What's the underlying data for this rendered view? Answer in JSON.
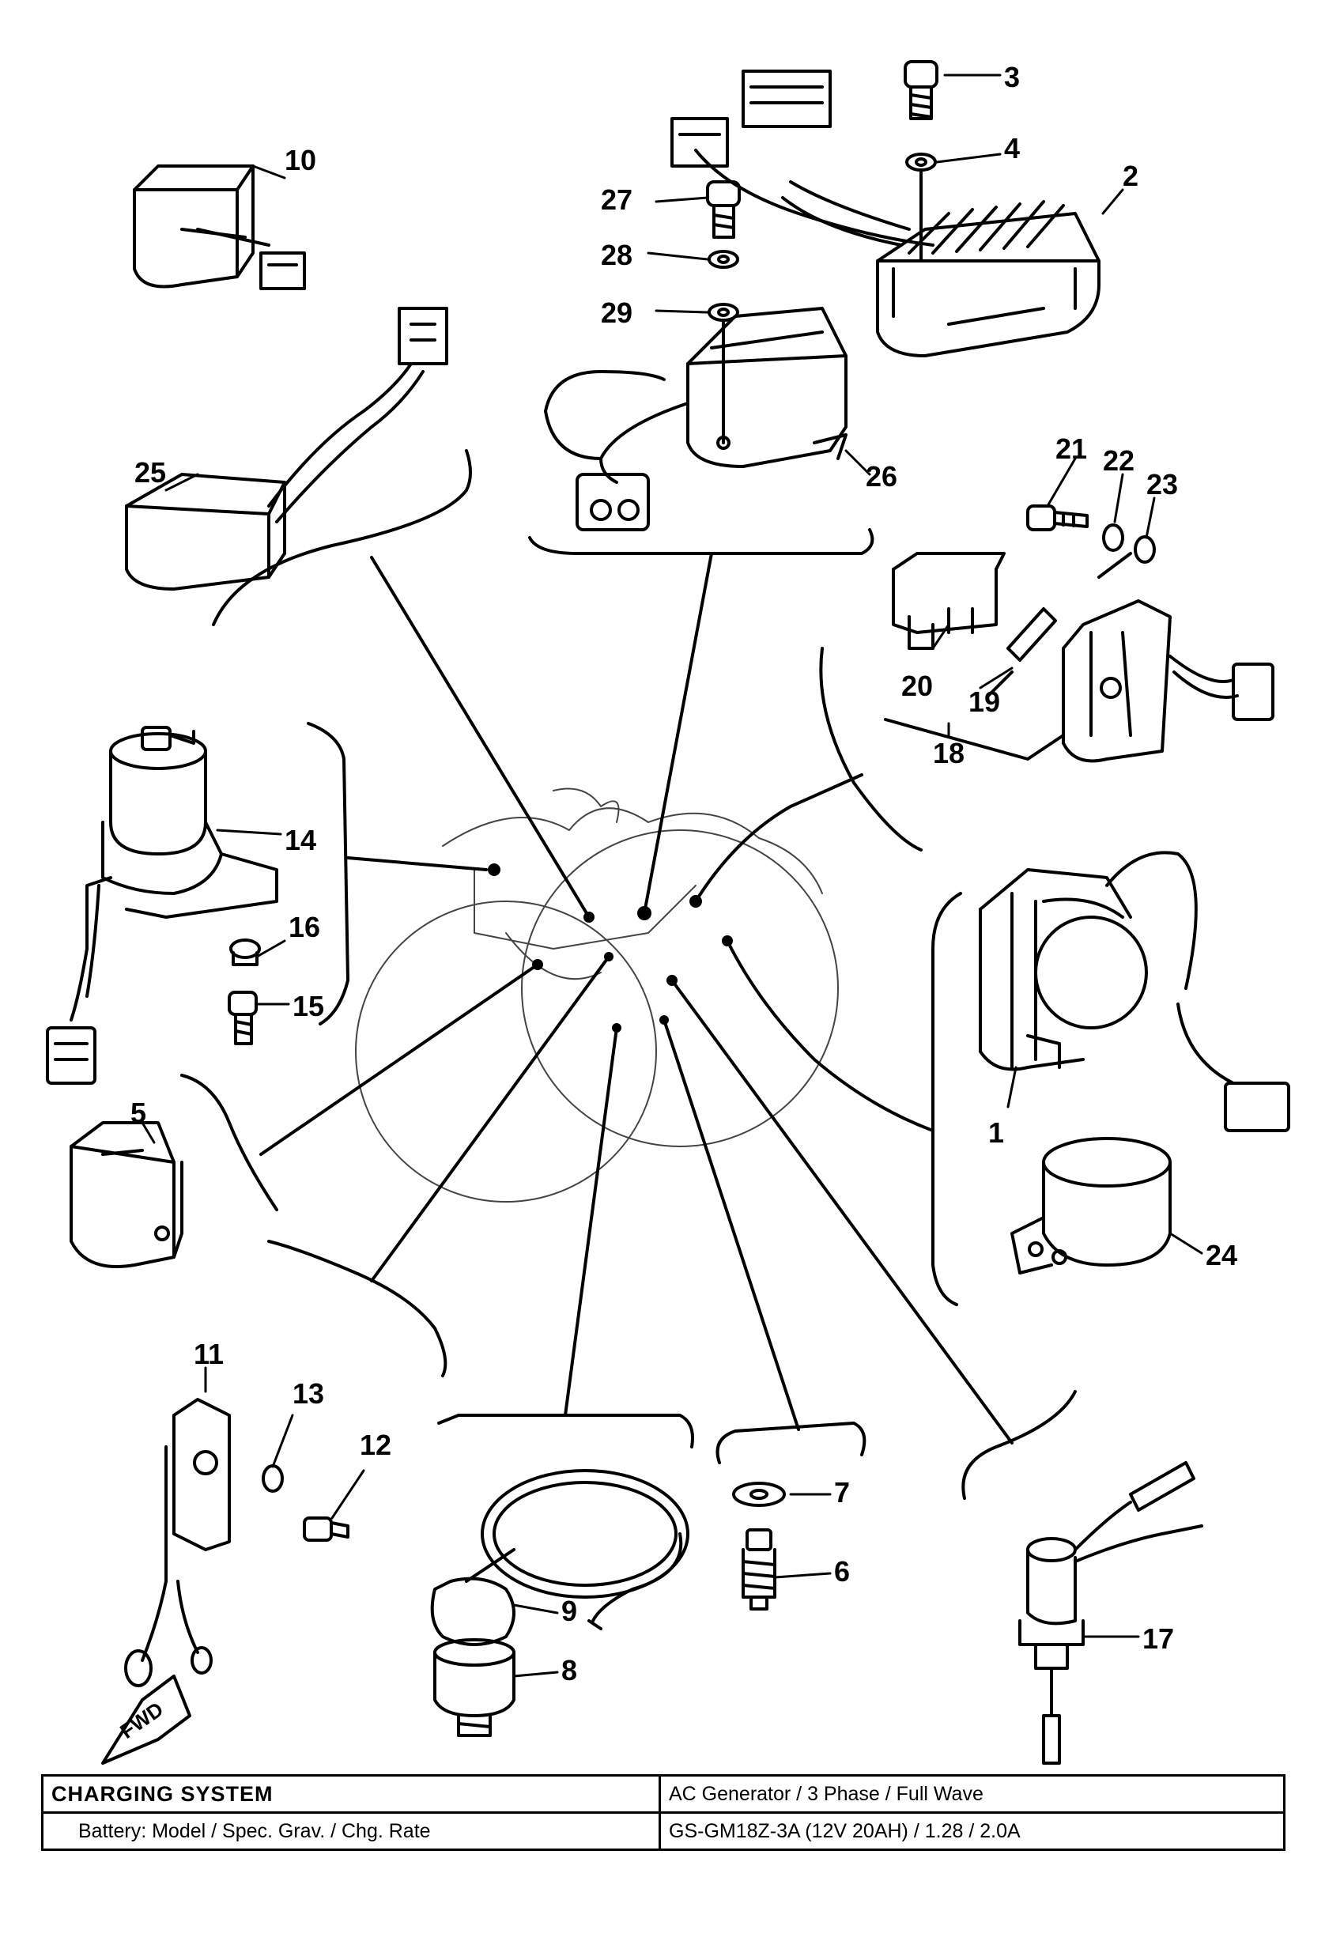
{
  "callouts": [
    {
      "id": "c1",
      "text": "1"
    },
    {
      "id": "c2",
      "text": "2"
    },
    {
      "id": "c3",
      "text": "3"
    },
    {
      "id": "c4",
      "text": "4"
    },
    {
      "id": "c5",
      "text": "5"
    },
    {
      "id": "c6",
      "text": "6"
    },
    {
      "id": "c7",
      "text": "7"
    },
    {
      "id": "c8",
      "text": "8"
    },
    {
      "id": "c9",
      "text": "9"
    },
    {
      "id": "c10",
      "text": "10"
    },
    {
      "id": "c11",
      "text": "11"
    },
    {
      "id": "c12",
      "text": "12"
    },
    {
      "id": "c13",
      "text": "13"
    },
    {
      "id": "c14",
      "text": "14"
    },
    {
      "id": "c15",
      "text": "15"
    },
    {
      "id": "c16",
      "text": "16"
    },
    {
      "id": "c17",
      "text": "17"
    },
    {
      "id": "c18",
      "text": "18"
    },
    {
      "id": "c19",
      "text": "19"
    },
    {
      "id": "c20",
      "text": "20"
    },
    {
      "id": "c21",
      "text": "21"
    },
    {
      "id": "c22",
      "text": "22"
    },
    {
      "id": "c23",
      "text": "23"
    },
    {
      "id": "c24",
      "text": "24"
    },
    {
      "id": "c25",
      "text": "25"
    },
    {
      "id": "c26",
      "text": "26"
    },
    {
      "id": "c27",
      "text": "27"
    },
    {
      "id": "c28",
      "text": "28"
    },
    {
      "id": "c29",
      "text": "29"
    }
  ],
  "direction_marker": "FWD",
  "spec_table": {
    "rows": [
      {
        "label": "CHARGING SYSTEM",
        "value": "AC Generator / 3 Phase / Full Wave"
      },
      {
        "label": "Battery: Model / Spec. Grav. / Chg. Rate",
        "value": "GS-GM18Z-3A (12V 20AH) / 1.28 / 2.0A"
      }
    ]
  }
}
